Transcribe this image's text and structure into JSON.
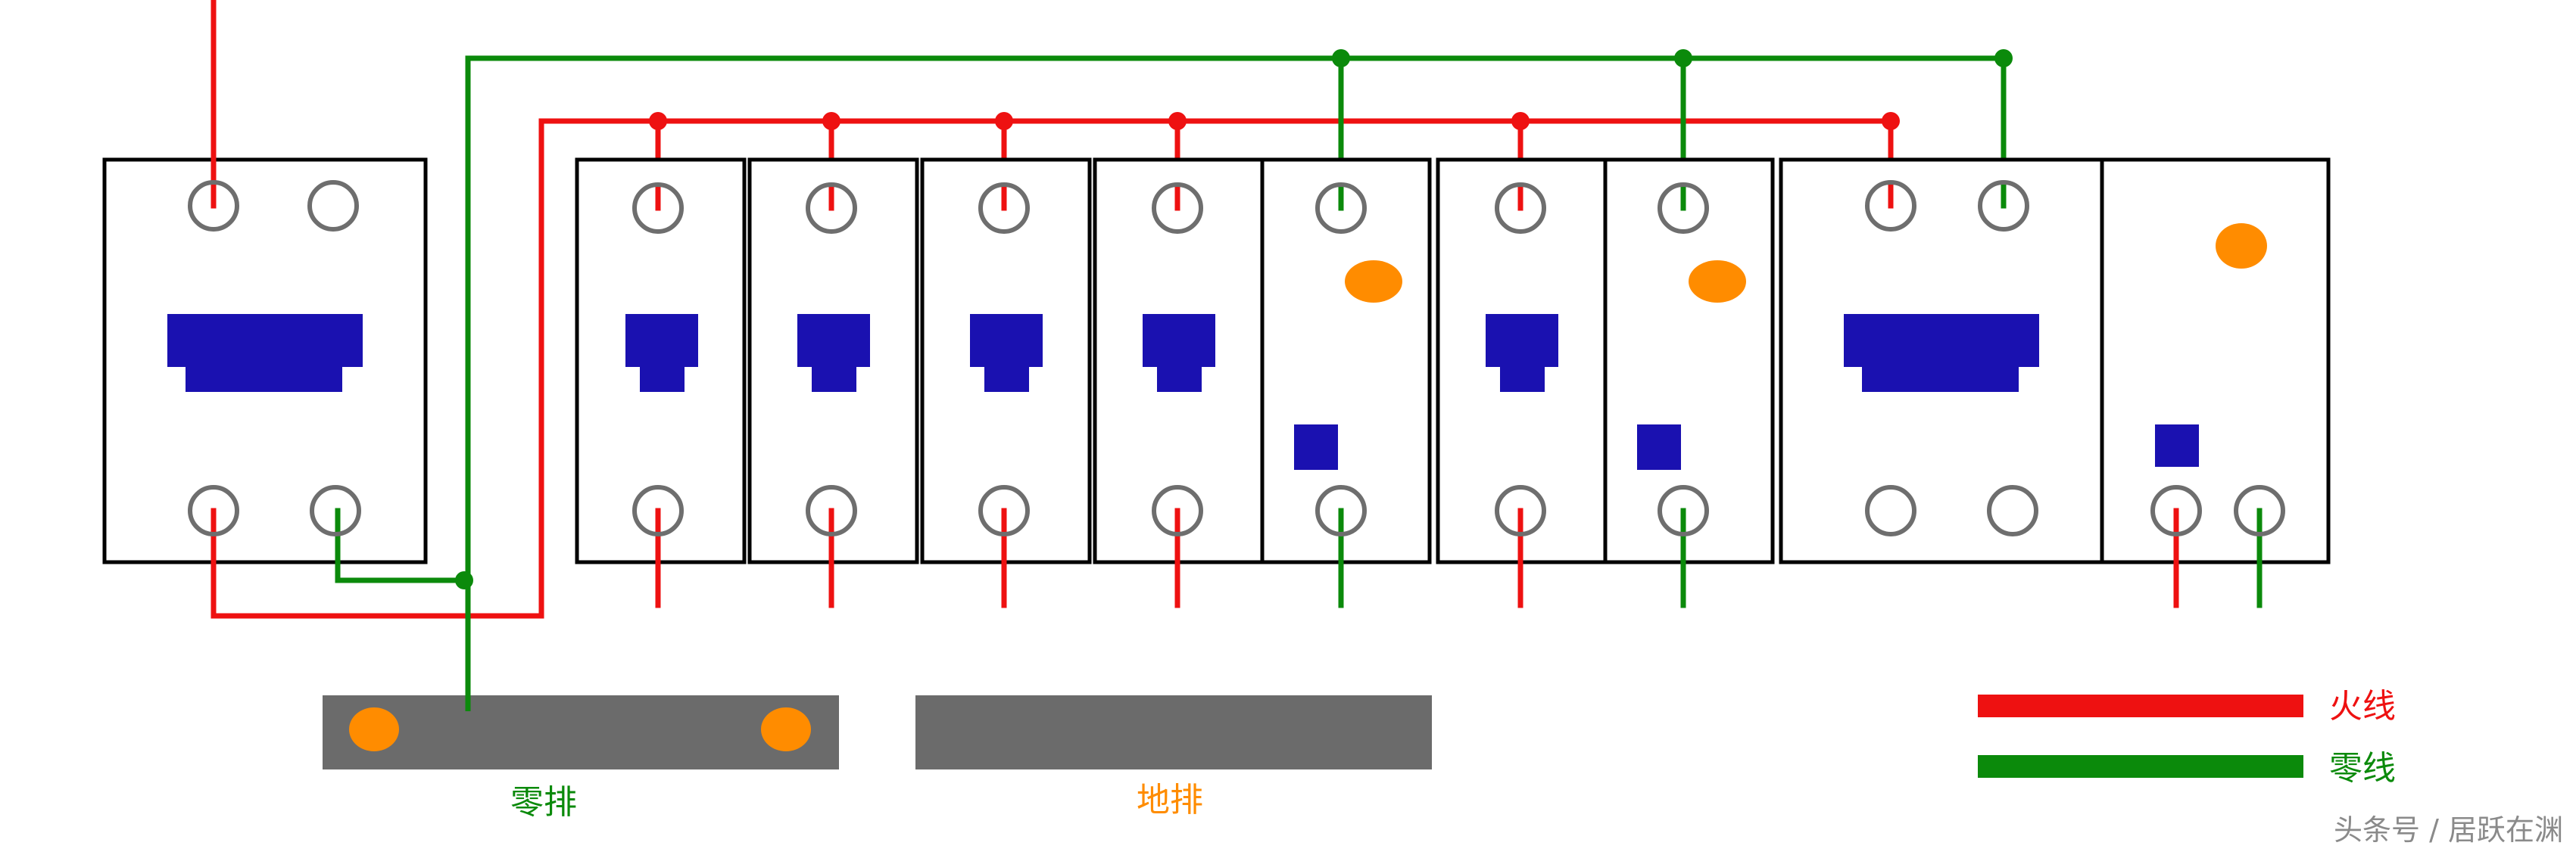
{
  "labels": {
    "neutral_bar": "零排",
    "ground_bar": "地排",
    "legend_live": "火线",
    "legend_neutral": "零线",
    "watermark": "头条号 / 居跃在渊"
  },
  "colors": {
    "live": "#ee1111",
    "neutral": "#0b8a0b",
    "handle": "#1a11b0",
    "indicator": "#ff8c00",
    "terminal": "#6e6e6e",
    "busbar": "#6b6b6b",
    "outline": "#000000",
    "ground_label": "#ff8c00",
    "watermark": "#8a8a8a"
  }
}
